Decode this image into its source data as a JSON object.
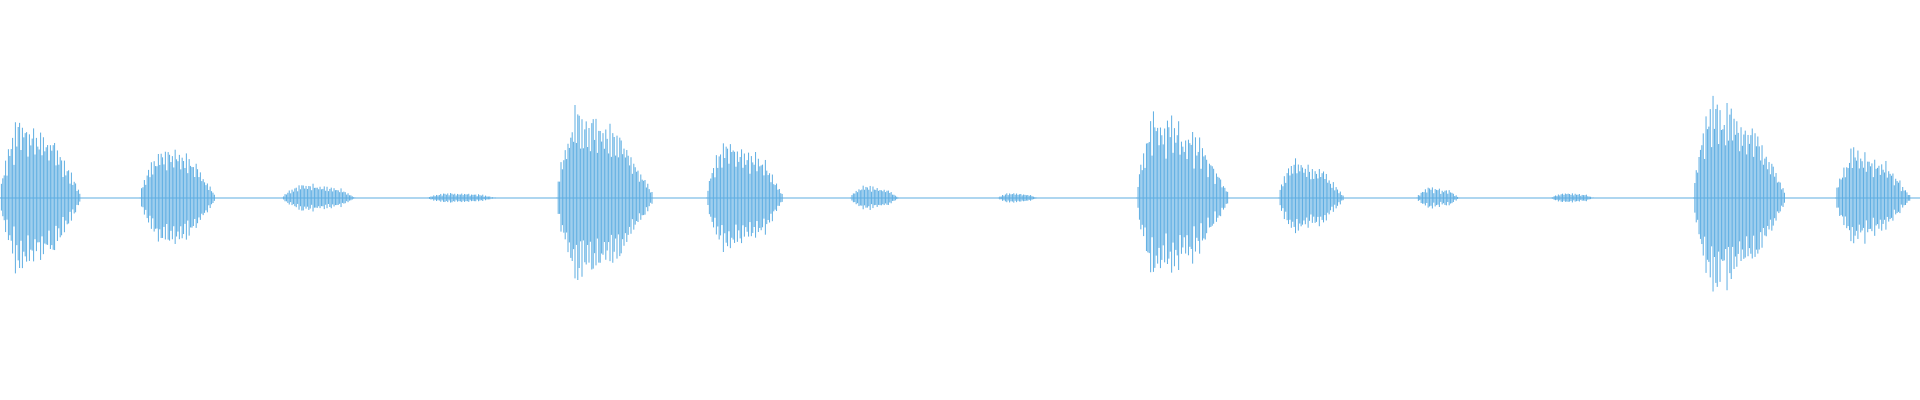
{
  "waveform": {
    "color": "#5dade2",
    "background": "#ffffff",
    "bursts": [
      {
        "start": 0.0,
        "end": 0.042,
        "peak": 0.46,
        "attack": 0.25,
        "tail": 0.3,
        "tail_level": 0.12
      },
      {
        "start": 0.073,
        "end": 0.112,
        "peak": 0.3,
        "attack": 0.3,
        "tail": 0.25,
        "tail_level": 0.1
      },
      {
        "start": 0.147,
        "end": 0.185,
        "peak": 0.08,
        "attack": 0.3,
        "tail": 0.2,
        "tail_level": 0.05
      },
      {
        "start": 0.223,
        "end": 0.258,
        "peak": 0.03,
        "attack": 0.3,
        "tail": 0.2,
        "tail_level": 0.03
      },
      {
        "start": 0.29,
        "end": 0.34,
        "peak": 0.5,
        "attack": 0.2,
        "tail": 0.3,
        "tail_level": 0.1
      },
      {
        "start": 0.368,
        "end": 0.408,
        "peak": 0.33,
        "attack": 0.25,
        "tail": 0.25,
        "tail_level": 0.08
      },
      {
        "start": 0.443,
        "end": 0.468,
        "peak": 0.07,
        "attack": 0.3,
        "tail": 0.2,
        "tail_level": 0.05
      },
      {
        "start": 0.52,
        "end": 0.54,
        "peak": 0.03,
        "attack": 0.3,
        "tail": 0.2,
        "tail_level": 0.03
      },
      {
        "start": 0.592,
        "end": 0.64,
        "peak": 0.48,
        "attack": 0.2,
        "tail": 0.3,
        "tail_level": 0.1
      },
      {
        "start": 0.666,
        "end": 0.7,
        "peak": 0.22,
        "attack": 0.25,
        "tail": 0.3,
        "tail_level": 0.08
      },
      {
        "start": 0.738,
        "end": 0.76,
        "peak": 0.06,
        "attack": 0.3,
        "tail": 0.2,
        "tail_level": 0.04
      },
      {
        "start": 0.808,
        "end": 0.83,
        "peak": 0.03,
        "attack": 0.3,
        "tail": 0.2,
        "tail_level": 0.03
      },
      {
        "start": 0.882,
        "end": 0.93,
        "peak": 0.56,
        "attack": 0.2,
        "tail": 0.3,
        "tail_level": 0.1
      },
      {
        "start": 0.956,
        "end": 0.995,
        "peak": 0.28,
        "attack": 0.25,
        "tail": 0.3,
        "tail_level": 0.08
      }
    ]
  }
}
